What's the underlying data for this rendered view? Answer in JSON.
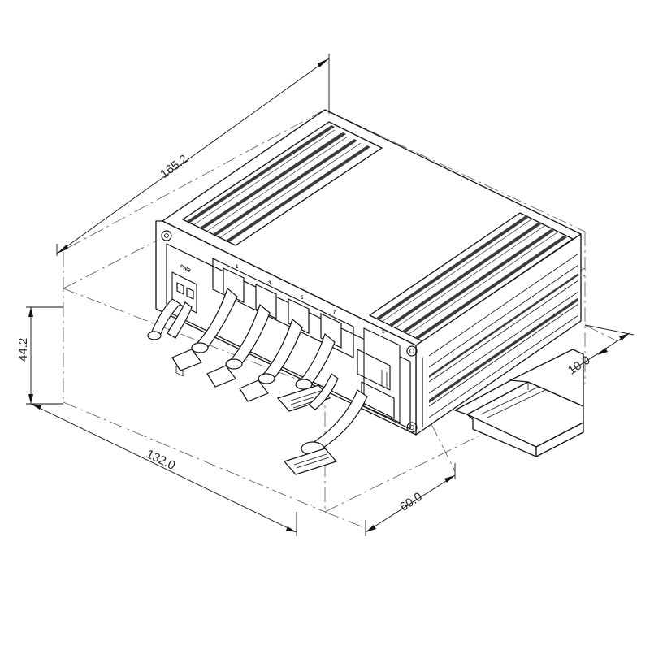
{
  "dimensions": {
    "length": "165.2",
    "height": "44.2",
    "width": "132.0",
    "depth": "60.0",
    "rail_offset": "10.0"
  },
  "labels": {
    "power": "PWR",
    "port_1": "1",
    "port_3": "3",
    "port_5": "5",
    "port_7": "7",
    "sfp_port": "1"
  }
}
